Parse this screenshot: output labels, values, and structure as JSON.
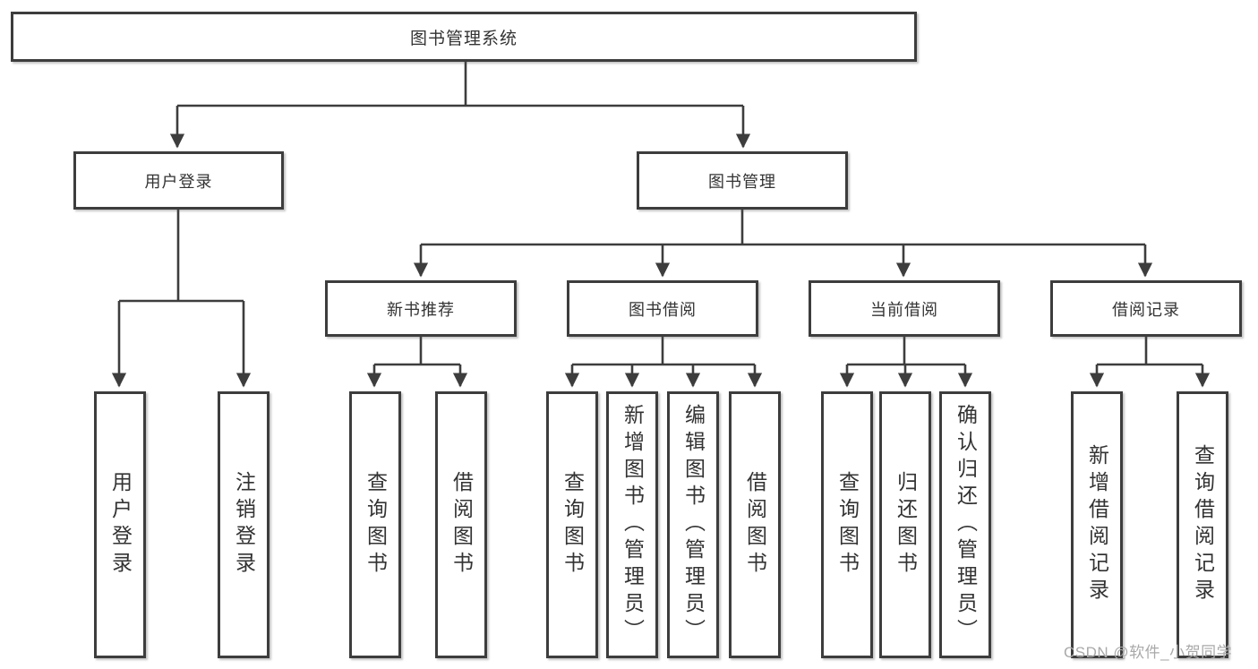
{
  "diagram": {
    "type": "hierarchy-tree",
    "colors": {
      "line": "#3d3d3d",
      "box_border": "#3d3d3d",
      "text": "#333333",
      "watermark": "#a9a9a9",
      "background": "#ffffff"
    },
    "tree": {
      "label": "图书管理系统",
      "children": [
        {
          "label": "用户登录",
          "children": [
            {
              "label": "用户登录"
            },
            {
              "label": "注销登录"
            }
          ]
        },
        {
          "label": "图书管理",
          "children": [
            {
              "label": "新书推荐",
              "children": [
                {
                  "label": "查询图书"
                },
                {
                  "label": "借阅图书"
                }
              ]
            },
            {
              "label": "图书借阅",
              "children": [
                {
                  "label": "查询图书"
                },
                {
                  "label": "新增图书（管理员）"
                },
                {
                  "label": "编辑图书（管理员）"
                },
                {
                  "label": "借阅图书"
                }
              ]
            },
            {
              "label": "当前借阅",
              "children": [
                {
                  "label": "查询图书"
                },
                {
                  "label": "归还图书"
                },
                {
                  "label": "确认归还（管理员）"
                }
              ]
            },
            {
              "label": "借阅记录",
              "children": [
                {
                  "label": "新增借阅记录"
                },
                {
                  "label": "查询借阅记录"
                }
              ]
            }
          ]
        }
      ]
    },
    "watermark": "CSDN @软件_小贺同学"
  }
}
